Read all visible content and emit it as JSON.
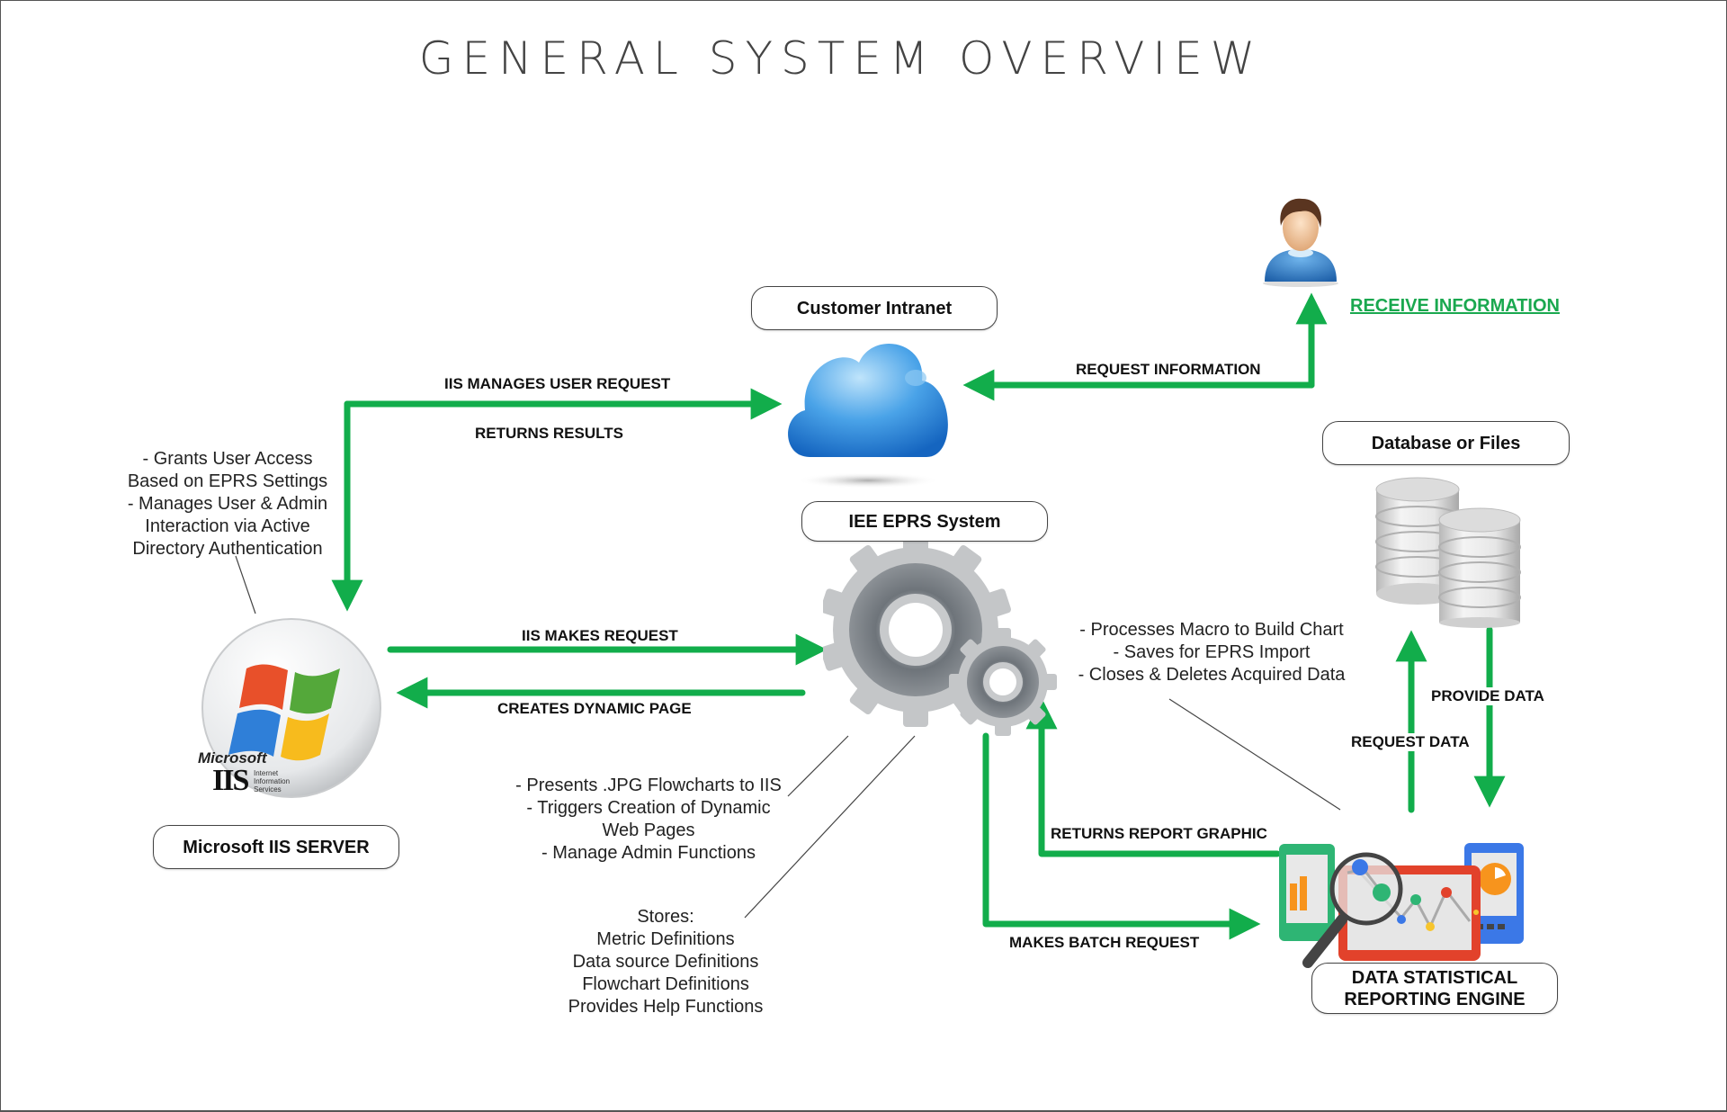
{
  "title": "GENERAL SYSTEM OVERVIEW",
  "colors": {
    "arrow": "#12ad4b",
    "link": "#1aa84f",
    "text": "#111111",
    "title": "#444444"
  },
  "nodes": {
    "customer_intranet": {
      "label": "Customer Intranet",
      "icon": "cloud-icon"
    },
    "eprs_system": {
      "label": "IEE EPRS System",
      "icon": "gears-icon"
    },
    "iis_server": {
      "label": "Microsoft IIS SERVER",
      "icon": "iis-logo-icon",
      "logo_brand": "Microsoft",
      "logo_product": "IIS",
      "logo_sub": [
        "Internet",
        "Information",
        "Services"
      ]
    },
    "database": {
      "label": "Database or Files",
      "icon": "database-icon"
    },
    "reporting_engine": {
      "label_line1": "DATA STATISTICAL",
      "label_line2": "REPORTING ENGINE",
      "icon": "analytics-devices-icon"
    },
    "user": {
      "icon": "user-icon"
    }
  },
  "arrows": {
    "iis_manages": "IIS MANAGES USER REQUEST",
    "returns_results": "RETURNS RESULTS",
    "request_information": "REQUEST INFORMATION",
    "iis_makes_request": "IIS MAKES REQUEST",
    "creates_dynamic_page": "CREATES DYNAMIC PAGE",
    "returns_report_graphic": "RETURNS REPORT GRAPHIC",
    "makes_batch_request": "MAKES BATCH REQUEST",
    "request_data": "REQUEST DATA",
    "provide_data": "PROVIDE DATA"
  },
  "receive_information": "RECEIVE INFORMATION",
  "notes": {
    "iis": [
      "- Grants User Access",
      "Based on EPRS Settings",
      "- Manages User & Admin",
      "Interaction via Active",
      "Directory Authentication"
    ],
    "eprs": [
      "- Presents .JPG Flowcharts to IIS",
      "- Triggers Creation of Dynamic",
      "Web Pages",
      "- Manage Admin Functions"
    ],
    "stores": [
      "Stores:",
      "Metric Definitions",
      "Data source Definitions",
      "Flowchart Definitions",
      "Provides Help Functions"
    ],
    "engine": [
      "- Processes Macro to Build Chart",
      "- Saves for EPRS Import",
      "- Closes & Deletes Acquired Data"
    ]
  }
}
